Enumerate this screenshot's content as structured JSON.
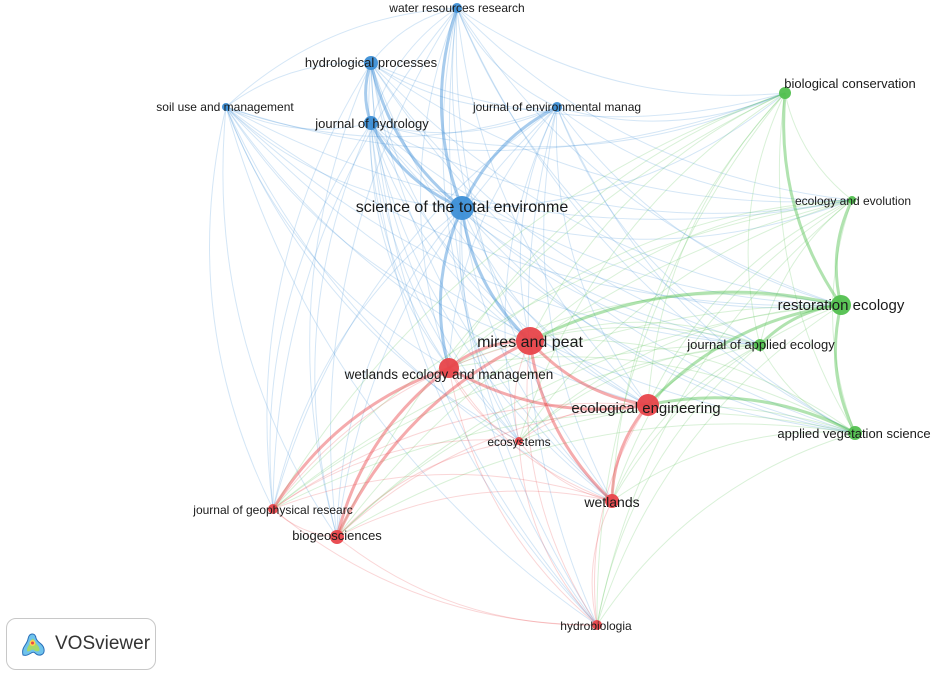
{
  "app": {
    "name": "VOSviewer"
  },
  "colors": {
    "cluster_red": "#e8444a",
    "cluster_blue": "#3d8fd6",
    "cluster_green": "#52c04f"
  },
  "network": {
    "nodes": [
      {
        "id": "water",
        "label": "water resources research",
        "cluster": "blue",
        "weight": 1
      },
      {
        "id": "hydroproc",
        "label": "hydrological processes",
        "cluster": "blue",
        "weight": 2
      },
      {
        "id": "soil",
        "label": "soil use and management",
        "cluster": "blue",
        "weight": 1
      },
      {
        "id": "jhydro",
        "label": "journal of hydrology",
        "cluster": "blue",
        "weight": 2
      },
      {
        "id": "jenv",
        "label": "journal of environmental manag",
        "cluster": "blue",
        "weight": 1
      },
      {
        "id": "stoten",
        "label": "science of the total environme",
        "cluster": "blue",
        "weight": 5
      },
      {
        "id": "biocons",
        "label": "biological conservation",
        "cluster": "green",
        "weight": 1
      },
      {
        "id": "ecoevo",
        "label": "ecology and evolution",
        "cluster": "green",
        "weight": 1
      },
      {
        "id": "restor",
        "label": "restoration ecology",
        "cluster": "green",
        "weight": 3
      },
      {
        "id": "jappl",
        "label": "journal of applied ecology",
        "cluster": "green",
        "weight": 1
      },
      {
        "id": "applveg",
        "label": "applied vegetation science",
        "cluster": "green",
        "weight": 1
      },
      {
        "id": "mires",
        "label": "mires and peat",
        "cluster": "red",
        "weight": 6
      },
      {
        "id": "wetman",
        "label": "wetlands ecology and managemen",
        "cluster": "red",
        "weight": 3
      },
      {
        "id": "ecoeng",
        "label": "ecological engineering",
        "cluster": "red",
        "weight": 4
      },
      {
        "id": "ecosys",
        "label": "ecosystems",
        "cluster": "red",
        "weight": 1
      },
      {
        "id": "wetlands",
        "label": "wetlands",
        "cluster": "red",
        "weight": 2
      },
      {
        "id": "jgeo",
        "label": "journal of geophysical researc",
        "cluster": "red",
        "weight": 1
      },
      {
        "id": "biogeo",
        "label": "biogeosciences",
        "cluster": "red",
        "weight": 2
      },
      {
        "id": "hydrobio",
        "label": "hydrobiologia",
        "cluster": "red",
        "weight": 1
      }
    ]
  }
}
